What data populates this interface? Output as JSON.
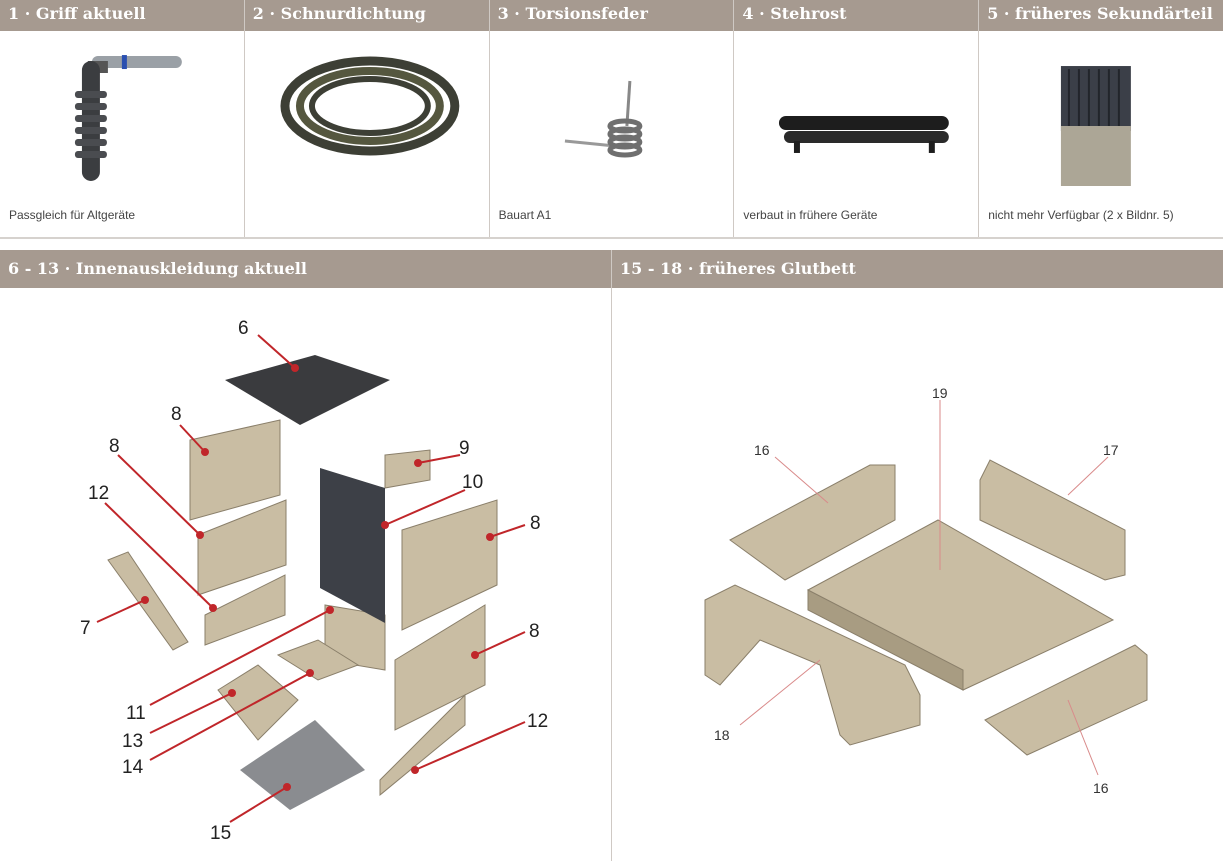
{
  "products": [
    {
      "title": "1 · Griff aktuell",
      "caption": "Passgleich für Altgeräte"
    },
    {
      "title": "2 · Schnurdichtung",
      "caption": ""
    },
    {
      "title": "3 · Torsionsfeder",
      "caption": "Bauart A1"
    },
    {
      "title": "4 · Stehrost",
      "caption": "verbaut in frühere Geräte"
    },
    {
      "title": "5 · früheres Sekundärteil",
      "caption": "nicht mehr Verfügbar (2 x Bildnr. 5)"
    }
  ],
  "sections": [
    {
      "title": "6 - 13 · Innenauskleidung aktuell",
      "callouts": [
        "6",
        "8",
        "8",
        "12",
        "7",
        "9",
        "10",
        "8",
        "8",
        "12",
        "11",
        "13",
        "14",
        "15"
      ]
    },
    {
      "title": "15 - 18 · früheres Glutbett",
      "callouts": [
        "19",
        "16",
        "17",
        "18",
        "16"
      ]
    }
  ],
  "colors": {
    "header": "#a69a90",
    "stone": "#c9bda3",
    "callout_line": "#c0262a"
  }
}
